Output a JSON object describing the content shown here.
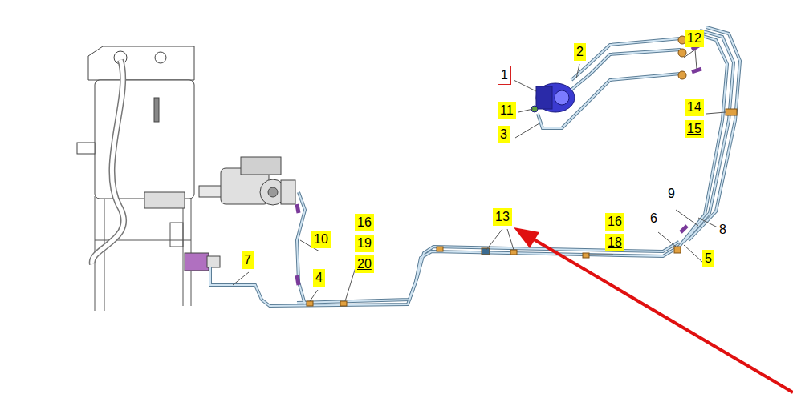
{
  "diagram": {
    "nodes": [
      {
        "text": [
          "1"
        ]
      }
    ],
    "labels": [
      "12",
      "2",
      "11",
      "3",
      "14",
      "15",
      "9",
      "13",
      "16",
      "18",
      "8",
      "6",
      "5",
      "16",
      "19",
      "20",
      "10",
      "7",
      "4"
    ]
  }
}
